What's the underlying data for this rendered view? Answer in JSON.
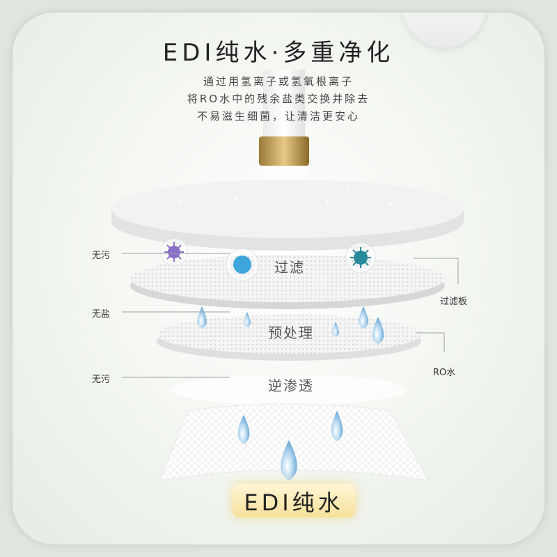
{
  "title": "EDI纯水·多重净化",
  "subtitle_lines": [
    "通过用氢离子或氢氧根离子",
    "将RO水中的残余盐类交换并除去",
    "不易滋生细菌，让清洁更安心"
  ],
  "left_labels": [
    "无污",
    "无盐",
    "无污"
  ],
  "center_labels": [
    "过滤",
    "预处理",
    "逆渗透"
  ],
  "right_labels": [
    "过滤板",
    "RO水"
  ],
  "result_label": "EDI纯水",
  "colors": {
    "accent_gold": "#f6e09a",
    "water_blue": "#8fc3e8",
    "bacteria_purple": "#8a6fc9",
    "bacteria_blue": "#3ea6dd",
    "bacteria_teal": "#2a8a9a"
  }
}
